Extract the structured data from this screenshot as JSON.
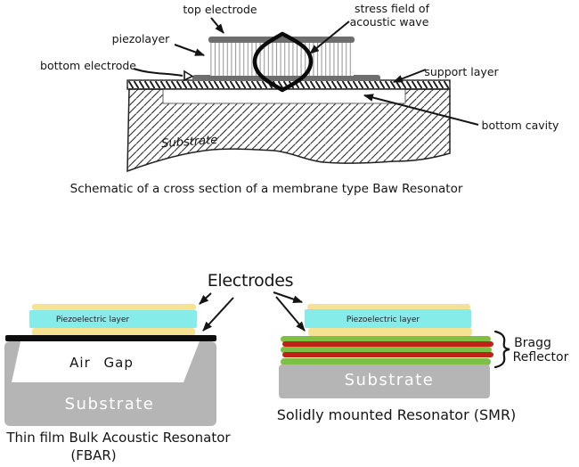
{
  "top_diagram": {
    "labels": {
      "top_electrode": "top electrode",
      "stress_field_line1": "stress field of",
      "stress_field_line2": "acoustic wave",
      "piezolayer": "piezolayer",
      "bottom_electrode": "bottom electrode",
      "support_layer": "support layer",
      "bottom_cavity": "bottom cavity",
      "substrate": "Substrate"
    },
    "caption": "Schematic of a cross section of a membrane type Baw Resonator"
  },
  "bottom_section": {
    "electrodes_label": "Electrodes",
    "fbar": {
      "piezo_label": "Piezoelectric layer",
      "air_gap_label": "Air Gap",
      "substrate_label": "Substrate",
      "caption_line1": "Thin film Bulk Acoustic Resonator",
      "caption_line2": "(FBAR)"
    },
    "smr": {
      "piezo_label": "Piezoelectric layer",
      "substrate_label": "Substrate",
      "bragg_line1": "Bragg",
      "bragg_line2": "Reflector",
      "caption": "Solidly mounted Resonator (SMR)"
    }
  },
  "colors": {
    "electrode_gray": "#6e6e6e",
    "yellow_electrode": "#f6e293",
    "piezo_cyan": "#86ecea",
    "bragg_green": "#7fbf43",
    "bragg_red": "#bf2317",
    "substrate_gray": "#b5b5b5",
    "black_electrode": "#0d0d0d",
    "ink": "#141414"
  }
}
